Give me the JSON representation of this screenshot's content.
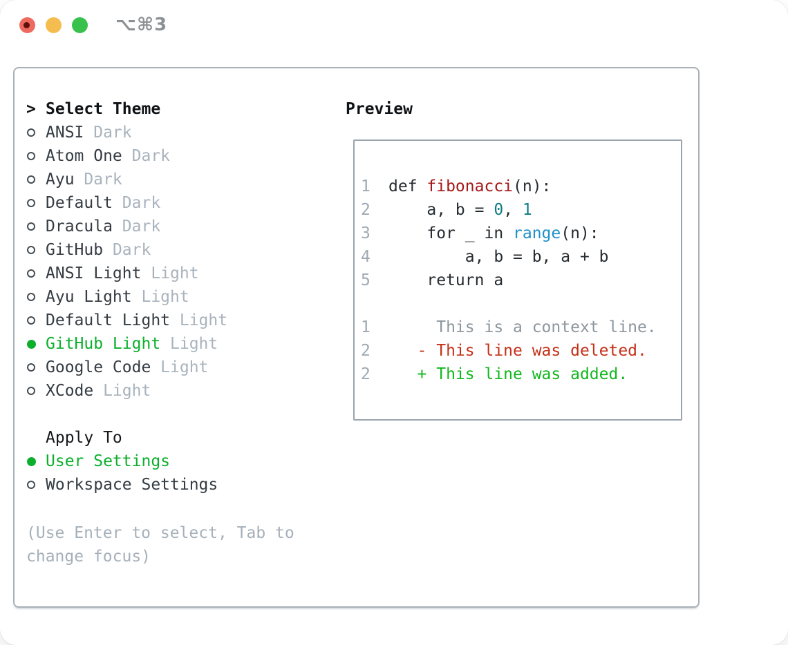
{
  "window": {
    "title": "⌥⌘3",
    "traffic_lights": [
      {
        "name": "close",
        "color": "#ee6a5f",
        "dot_color": "#5e100c"
      },
      {
        "name": "minimize",
        "color": "#f5bd4f"
      },
      {
        "name": "zoom",
        "color": "#38c24c"
      }
    ]
  },
  "theme_picker": {
    "header": {
      "marker": ">",
      "label": "Select Theme"
    },
    "themes": [
      {
        "name": "ANSI",
        "variant": "Dark",
        "selected": false
      },
      {
        "name": "Atom One",
        "variant": "Dark",
        "selected": false
      },
      {
        "name": "Ayu",
        "variant": "Dark",
        "selected": false
      },
      {
        "name": "Default",
        "variant": "Dark",
        "selected": false
      },
      {
        "name": "Dracula",
        "variant": "Dark",
        "selected": false
      },
      {
        "name": "GitHub",
        "variant": "Dark",
        "selected": false
      },
      {
        "name": "ANSI Light",
        "variant": "Light",
        "selected": false
      },
      {
        "name": "Ayu Light",
        "variant": "Light",
        "selected": false
      },
      {
        "name": "Default Light",
        "variant": "Light",
        "selected": false
      },
      {
        "name": "GitHub Light",
        "variant": "Light",
        "selected": true
      },
      {
        "name": "Google Code",
        "variant": "Light",
        "selected": false
      },
      {
        "name": "XCode",
        "variant": "Light",
        "selected": false
      }
    ],
    "apply_to": {
      "label": "Apply To",
      "options": [
        {
          "label": "User Settings",
          "selected": true
        },
        {
          "label": "Workspace Settings",
          "selected": false
        }
      ]
    },
    "hint": "(Use Enter to select, Tab to change focus)"
  },
  "preview": {
    "label": "Preview",
    "lines": [
      {
        "num": "1",
        "tokens": [
          {
            "text": "def ",
            "style": "plain"
          },
          {
            "text": "fibonacci",
            "style": "function"
          },
          {
            "text": "(n):",
            "style": "plain"
          }
        ]
      },
      {
        "num": "2",
        "tokens": [
          {
            "text": "    a, b = ",
            "style": "plain"
          },
          {
            "text": "0",
            "style": "number"
          },
          {
            "text": ", ",
            "style": "plain"
          },
          {
            "text": "1",
            "style": "number"
          }
        ]
      },
      {
        "num": "3",
        "tokens": [
          {
            "text": "    for _ in ",
            "style": "plain"
          },
          {
            "text": "range",
            "style": "builtin"
          },
          {
            "text": "(n):",
            "style": "plain"
          }
        ]
      },
      {
        "num": "4",
        "tokens": [
          {
            "text": "        a, b = b, a + b",
            "style": "plain"
          }
        ]
      },
      {
        "num": "5",
        "tokens": [
          {
            "text": "    return a",
            "style": "plain"
          }
        ]
      },
      {
        "num": "",
        "tokens": []
      },
      {
        "num": "1",
        "tokens": [
          {
            "text": "     This is a context line.",
            "style": "context"
          }
        ]
      },
      {
        "num": "2",
        "tokens": [
          {
            "text": "   - This line was deleted.",
            "style": "deleted"
          }
        ]
      },
      {
        "num": "2",
        "tokens": [
          {
            "text": "   + This line was added.",
            "style": "added"
          }
        ]
      }
    ]
  },
  "colors": {
    "selected_green": "#0caf2c",
    "added_green": "#12b71e",
    "deleted_red": "#c43119",
    "function_red": "#a61717",
    "number_teal": "#0f7d83",
    "builtin_blue": "#1f90c9",
    "context_gray": "#8d969e",
    "muted_gray": "#a9b3bd",
    "line_number_gray": "#9fa9b3",
    "panel_border": "#a9b0b7",
    "title_gray": "#8d9094"
  }
}
